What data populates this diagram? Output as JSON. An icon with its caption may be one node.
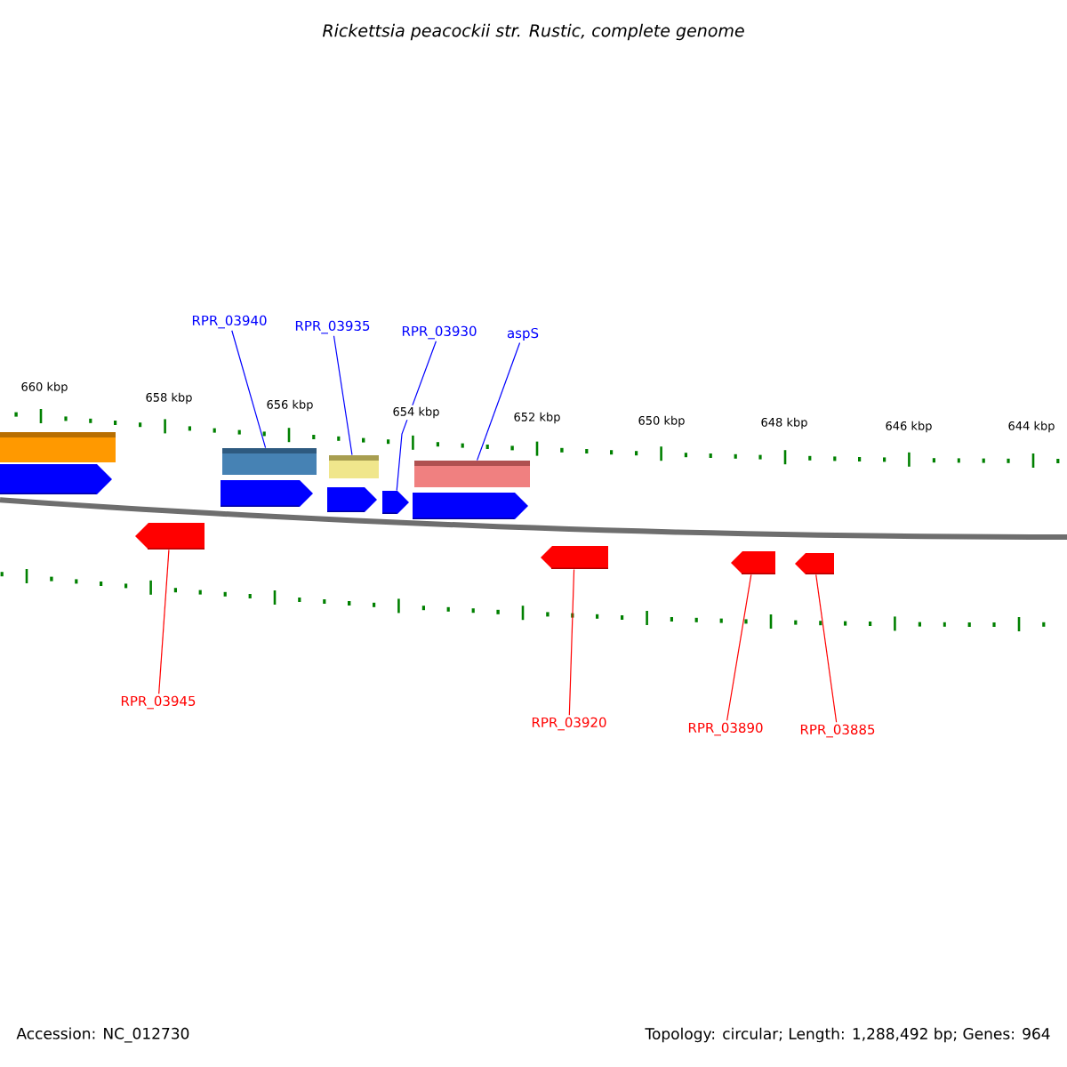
{
  "diagram": {
    "title": "Rickettsia peacockii str. Rustic, complete genome",
    "nodes": [
      {
        "text": [
          "RPR_03940"
        ]
      },
      {
        "text": [
          "RPR_03935"
        ]
      },
      {
        "text": [
          "RPR_03930"
        ]
      },
      {
        "text": [
          "aspS"
        ]
      },
      {
        "text": [],
        "shape": "bar"
      },
      {
        "text": [],
        "shape": "bar"
      },
      {
        "text": [],
        "shape": "bar"
      },
      {
        "text": [],
        "shape": "bar"
      },
      {
        "text": [],
        "shape": "arrow"
      },
      {
        "text": [],
        "shape": "arrow"
      },
      {
        "text": [],
        "shape": "arrow"
      },
      {
        "text": [],
        "shape": "arrow"
      },
      {
        "text": [],
        "shape": "arrow"
      },
      {
        "text": [],
        "shape": "arrow"
      },
      {
        "text": [],
        "shape": "arrow"
      },
      {
        "text": [],
        "shape": "arrow"
      },
      {
        "text": [],
        "shape": "arrow"
      },
      {
        "text": [
          "RPR_03945"
        ]
      },
      {
        "text": [
          "RPR_03920"
        ]
      },
      {
        "text": [
          "RPR_03890"
        ]
      },
      {
        "text": [
          "RPR_03885"
        ]
      }
    ],
    "edges": [
      {
        "from": 0,
        "to": 5,
        "arrow": "none",
        "color": "#0000ff"
      },
      {
        "from": 1,
        "to": 6,
        "arrow": "none",
        "color": "#0000ff"
      },
      {
        "from": 2,
        "to": 11,
        "arrow": "none",
        "color": "#0000ff"
      },
      {
        "from": 3,
        "to": 7,
        "arrow": "none",
        "color": "#0000ff"
      },
      {
        "from": 17,
        "to": 13,
        "arrow": "none",
        "color": "#ff0000"
      },
      {
        "from": 18,
        "to": 14,
        "arrow": "none",
        "color": "#ff0000"
      },
      {
        "from": 19,
        "to": 15,
        "arrow": "none",
        "color": "#ff0000"
      },
      {
        "from": 20,
        "to": 16,
        "arrow": "none",
        "color": "#ff0000"
      }
    ],
    "labels": [
      "660 kbp",
      "658 kbp",
      "656 kbp",
      "654 kbp",
      "652 kbp",
      "650 kbp",
      "648 kbp",
      "646 kbp",
      "644 kbp",
      "Accession: NC_012730",
      "Topology: circular; Length: 1,288,492 bp; Genes: 964"
    ]
  }
}
